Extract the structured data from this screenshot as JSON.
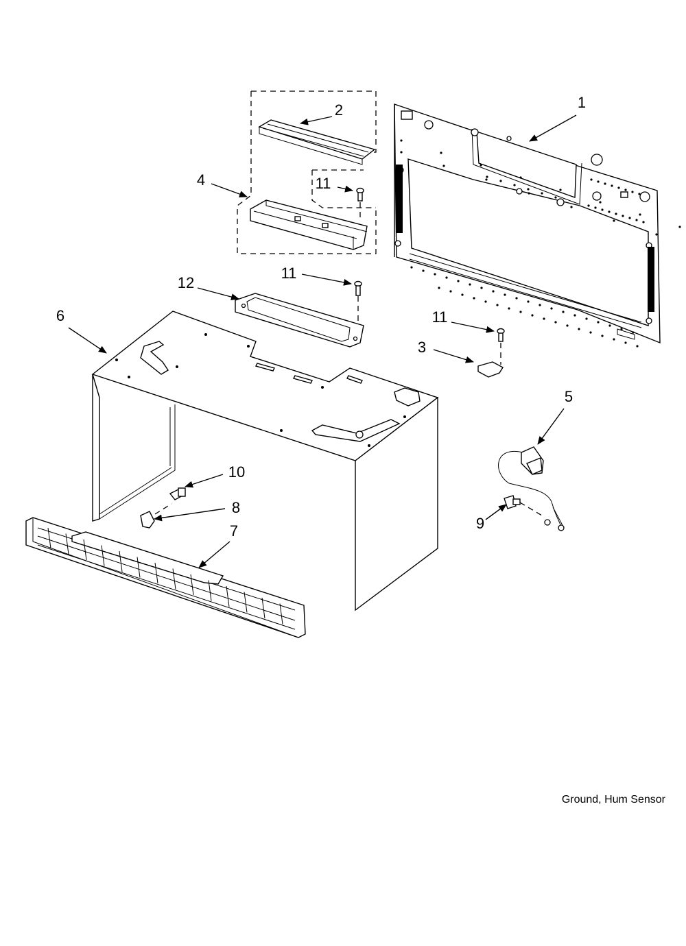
{
  "diagram": {
    "callouts": {
      "part_1": "1",
      "part_2": "2",
      "part_3": "3",
      "part_4": "4",
      "part_5": "5",
      "part_6": "6",
      "part_7": "7",
      "part_8": "8",
      "part_9": "9",
      "part_10": "10",
      "part_11a": "11",
      "part_11b": "11",
      "part_11c": "11",
      "part_12": "12"
    },
    "caption": "Ground, Hum Sensor"
  }
}
